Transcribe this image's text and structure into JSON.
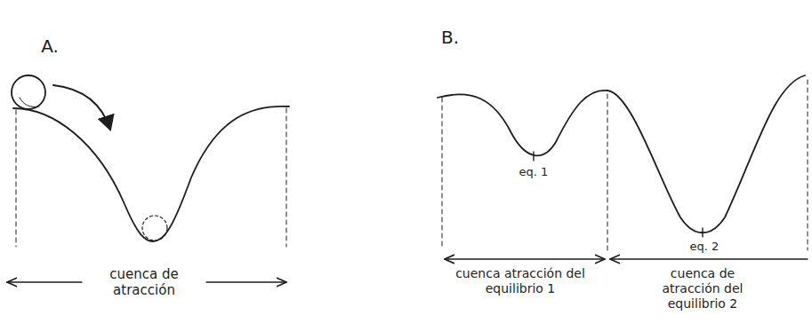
{
  "diagram": {
    "labels": [
      "A.",
      "B.",
      "cuenca de atracción",
      "eq. 1",
      "eq. 2",
      "cuenca atracción del equilibrio 1",
      "cuenca de atracción del equilibrio 2"
    ]
  }
}
